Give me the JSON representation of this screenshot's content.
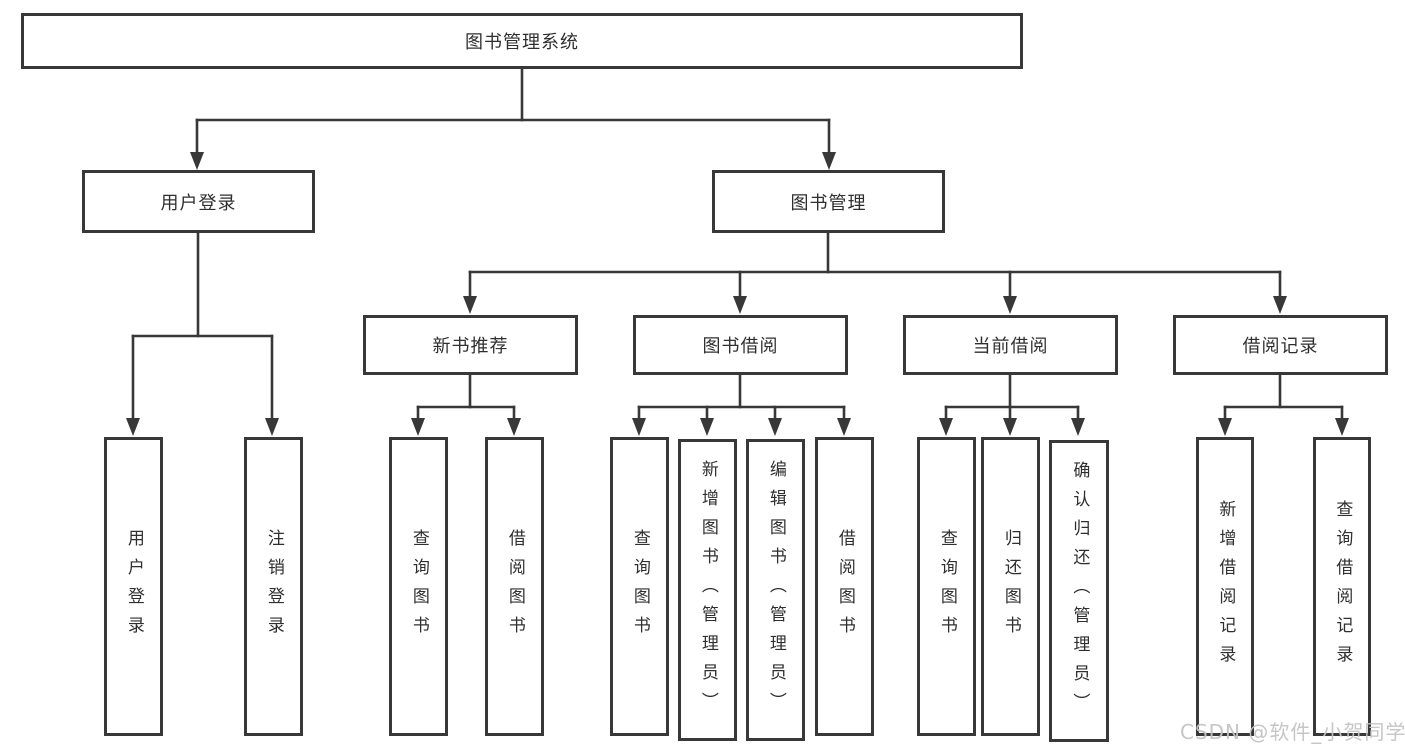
{
  "diagram": {
    "root": {
      "label": "图书管理系统"
    },
    "level2": [
      {
        "label": "用户登录"
      },
      {
        "label": "图书管理"
      }
    ],
    "level3": [
      {
        "label": "新书推荐"
      },
      {
        "label": "图书借阅"
      },
      {
        "label": "当前借阅"
      },
      {
        "label": "借阅记录"
      }
    ],
    "leaves": {
      "user_login": [
        "用户登录",
        "注销登录"
      ],
      "new_book_recommend": [
        "查询图书",
        "借阅图书"
      ],
      "book_borrow": [
        "查询图书",
        "新增图书（管理员）",
        "编辑图书（管理员）",
        "借阅图书"
      ],
      "current_borrow": [
        "查询图书",
        "归还图书",
        "确认归还（管理员）"
      ],
      "borrow_records": [
        "新增借阅记录",
        "查询借阅记录"
      ]
    }
  },
  "watermark": {
    "text": "CSDN @软件_小贺同学"
  },
  "colors": {
    "line": "#383838",
    "box_border": "#383838",
    "text": "#2f2f2f",
    "background": "#ffffff",
    "watermark": "#c3c3c3"
  }
}
